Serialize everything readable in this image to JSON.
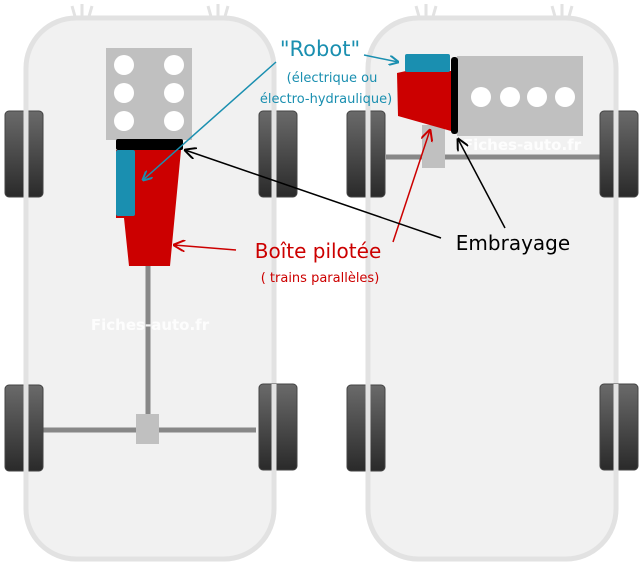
{
  "labels": {
    "robot_title": "\"Robot\"",
    "robot_sub1": "(électrique ou",
    "robot_sub2": "électro-hydraulique)",
    "gearbox_title": "Boîte pilotée",
    "gearbox_sub": "( trains parallèles)",
    "clutch_title": "Embrayage",
    "watermark_left": "Fiches-auto.fr",
    "watermark_right": "Fiches-auto.fr"
  },
  "colors": {
    "robot": "#1a8fb0",
    "gearbox": "#cc0000",
    "clutch": "#000000",
    "engine": "#c0c0c0",
    "body_fill": "#f1f1f1",
    "body_outline": "#e0e0e0",
    "axle": "#808080"
  },
  "cars": [
    {
      "name": "rear-wheel-drive-car",
      "engine_cylinders": 6,
      "engine_layout": "longitudinal"
    },
    {
      "name": "front-wheel-drive-car",
      "engine_cylinders": 4,
      "engine_layout": "transverse"
    }
  ]
}
